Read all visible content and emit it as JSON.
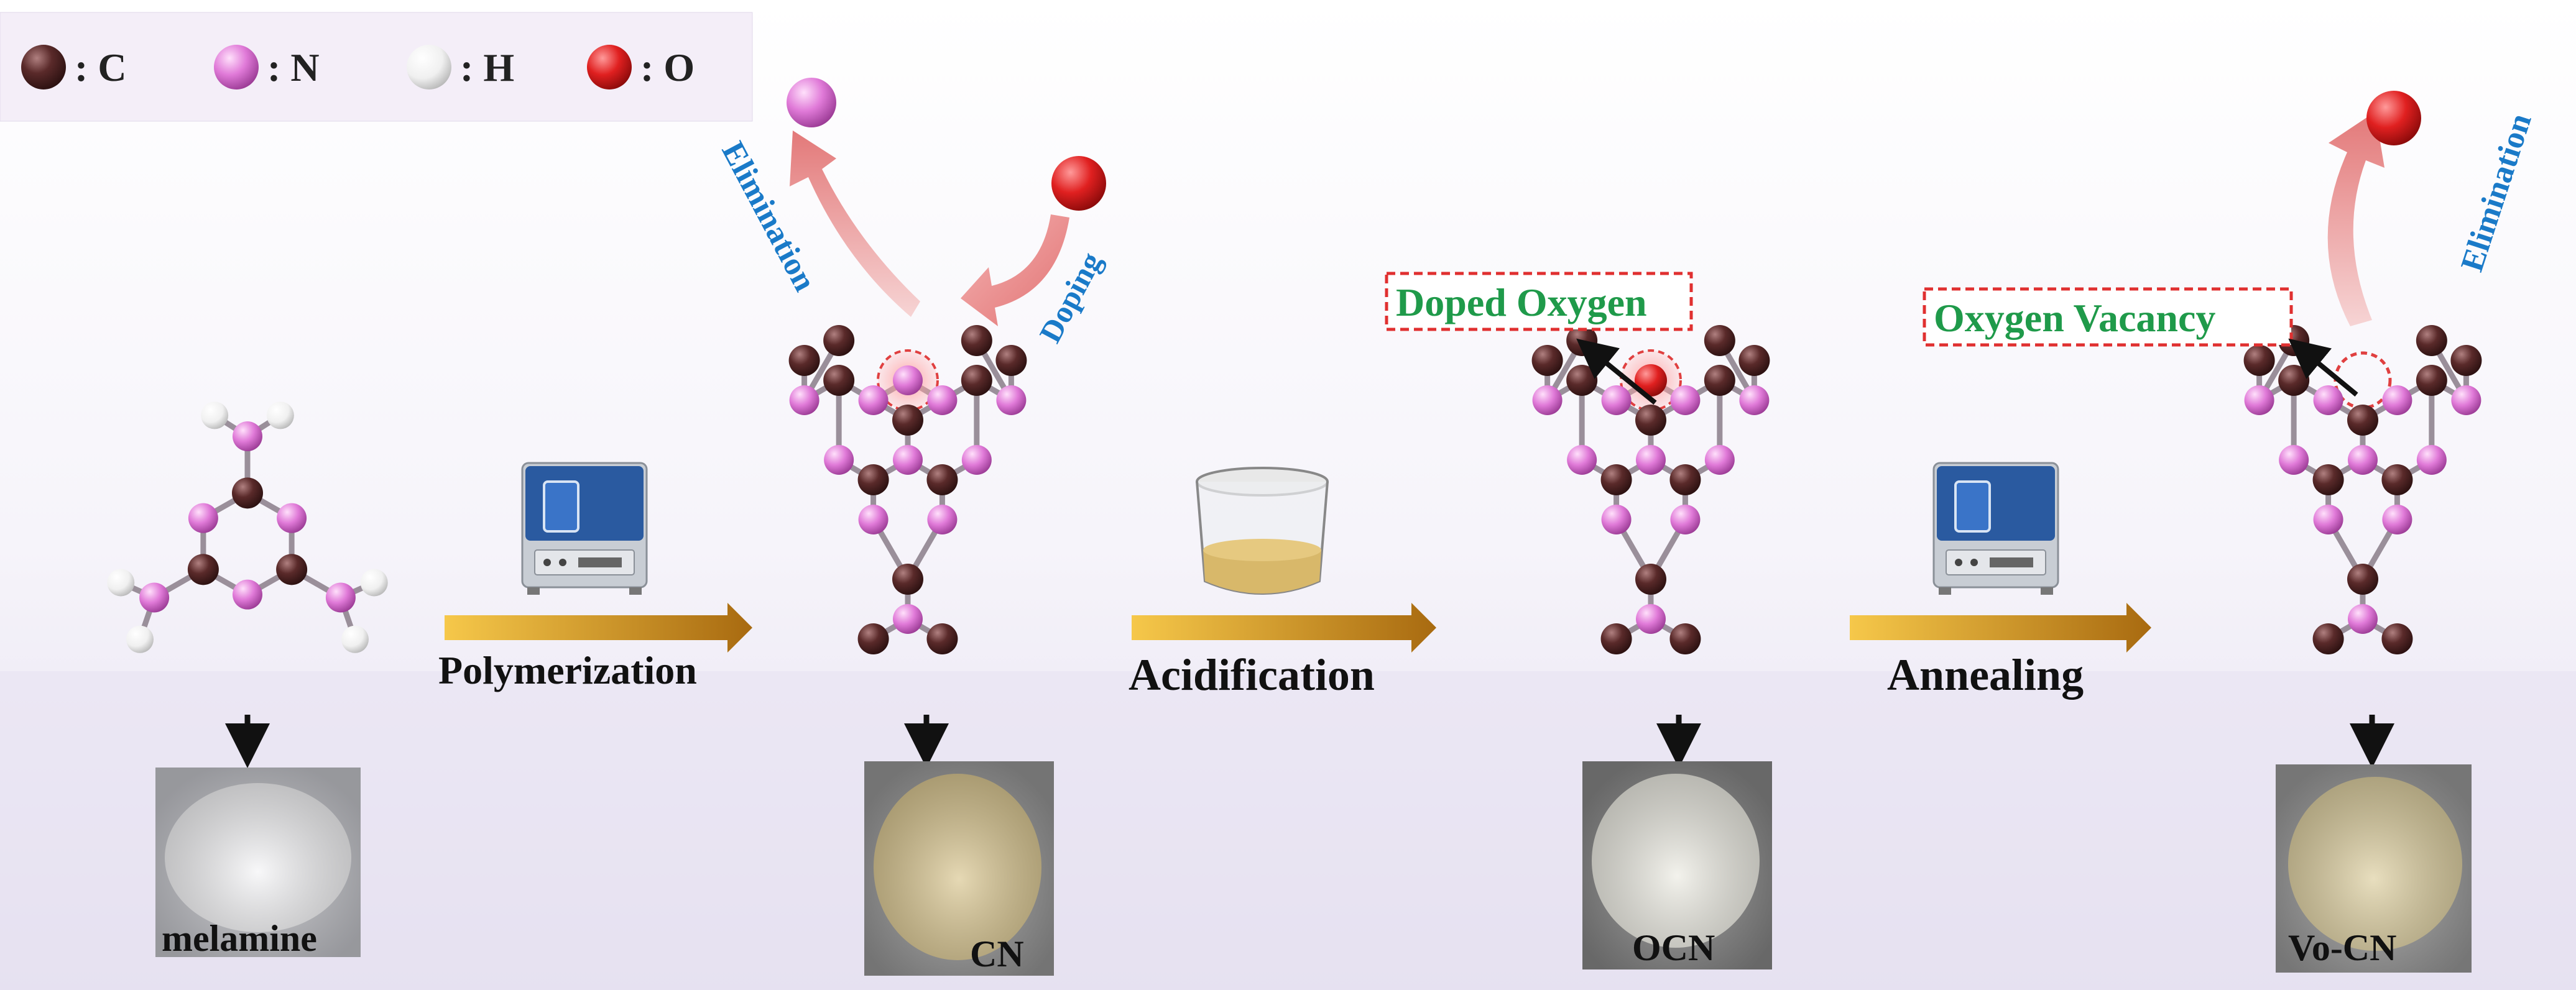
{
  "legend": {
    "items": [
      {
        "symbol": "C",
        "label": ": C",
        "color": "#5a2a2a"
      },
      {
        "symbol": "N",
        "label": ": N",
        "color": "#e07ad8"
      },
      {
        "symbol": "H",
        "label": ": H",
        "color": "#f2f2f2"
      },
      {
        "symbol": "O",
        "label": ": O",
        "color": "#e02020"
      }
    ]
  },
  "steps": [
    {
      "label": "Polymerization",
      "icon": "furnace-icon"
    },
    {
      "label": "Acidification",
      "icon": "beaker-icon"
    },
    {
      "label": "Annealing",
      "icon": "furnace-icon"
    }
  ],
  "samples": [
    {
      "name": "melamine",
      "color": "#f4f4f6"
    },
    {
      "name": "CN",
      "color": "#d8c48c"
    },
    {
      "name": "OCN",
      "color": "#ecebe2"
    },
    {
      "name": "Vo-CN",
      "color": "#dccd9c"
    }
  ],
  "annotations": {
    "elimination_1": "Elimination",
    "doping": "Doping",
    "doped_oxygen": "Doped Oxygen",
    "oxygen_vacancy": "Oxygen Vacancy",
    "elimination_2": "Elimination"
  },
  "colors": {
    "carbon": "#5a2a2a",
    "nitrogen": "#e07ad8",
    "hydrogen": "#f2f2f2",
    "oxygen": "#e02020",
    "arrow": "#d9a21a",
    "label_blue": "#1a7ac8",
    "label_green": "#1f9a4a",
    "box_red": "#e03030"
  }
}
